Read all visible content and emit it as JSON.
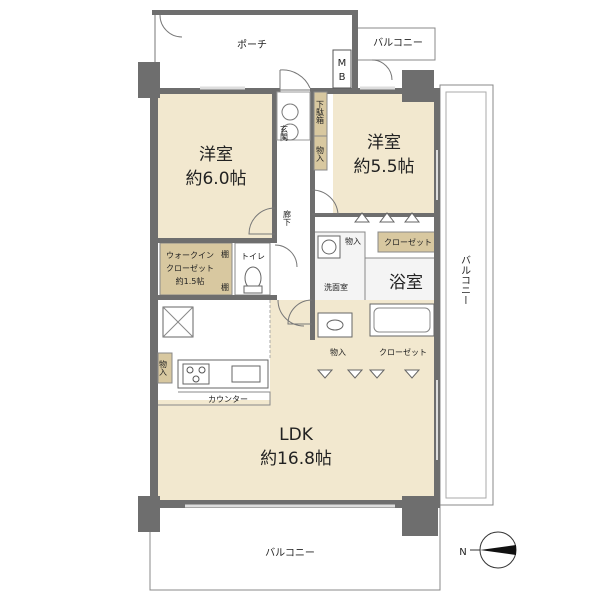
{
  "rooms": {
    "porch": "ポーチ",
    "balcony_top": "バルコニー",
    "mb": "M\nB",
    "entrance": "玄関",
    "shoe_box": "下駄箱",
    "storage_entry": "物入",
    "western1": {
      "name": "洋室",
      "size": "約6.0帖"
    },
    "western2": {
      "name": "洋室",
      "size": "約5.5帖"
    },
    "hallway": "廊下",
    "walkin": {
      "line1": "ウォークイン",
      "line2": "クローゼット",
      "line3": "約1.5帖"
    },
    "shelf": "棚",
    "toilet": "トイレ",
    "closet1": "クローゼット",
    "storage_small": "物入",
    "washroom": "洗面室",
    "bathroom": "浴室",
    "storage2": "物入",
    "closet2": "クローゼット",
    "balcony_right": "バルコニー",
    "storage_kitchen": "物入",
    "counter": "カウンター",
    "ldk": {
      "name": "LDK",
      "size": "約16.8帖"
    },
    "balcony_bottom": "バルコニー"
  },
  "compass": {
    "label": "N"
  },
  "colors": {
    "wood": "#f2e8cf",
    "storage": "#d8c8a0",
    "wall": "#6e6e6e",
    "white": "#ffffff",
    "wet": "#f4f4f4"
  }
}
